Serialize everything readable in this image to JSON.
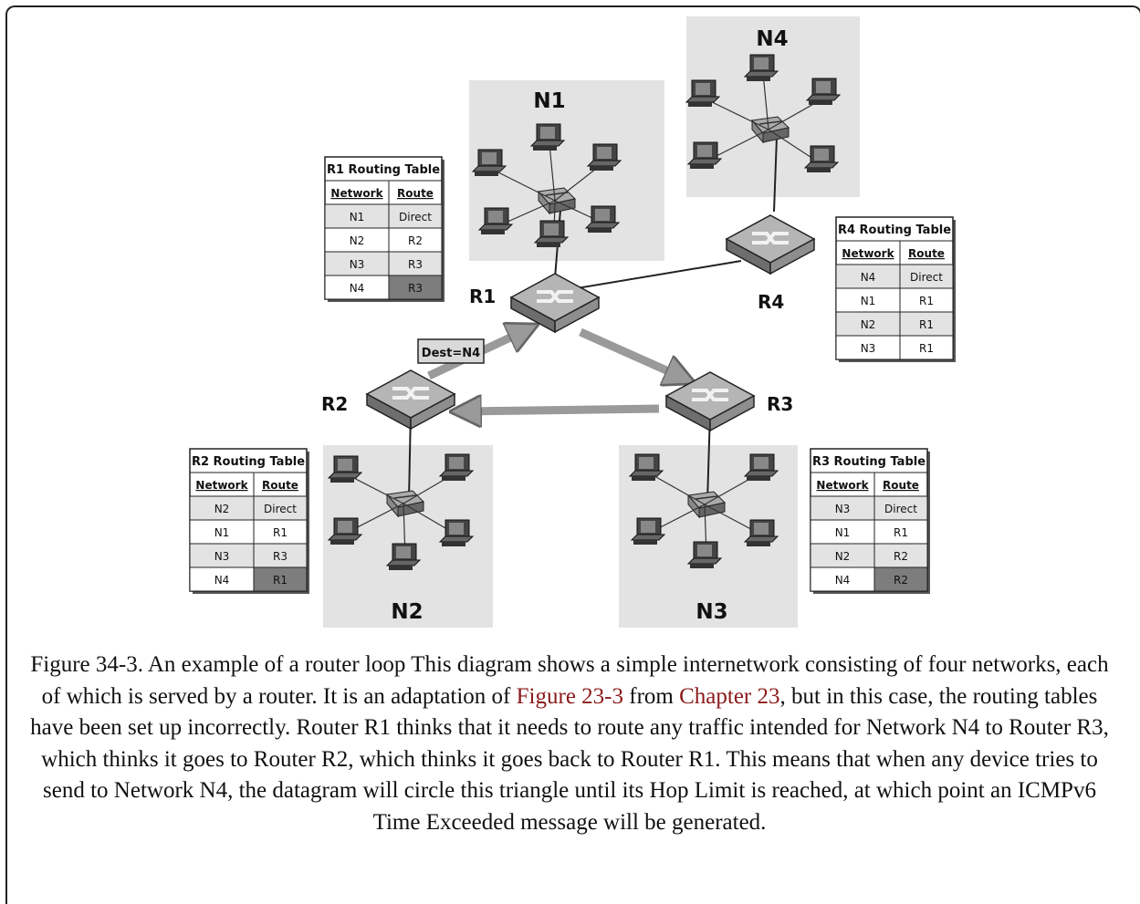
{
  "networks": [
    {
      "id": "n1",
      "label": "N1"
    },
    {
      "id": "n2",
      "label": "N2"
    },
    {
      "id": "n3",
      "label": "N3"
    },
    {
      "id": "n4",
      "label": "N4"
    }
  ],
  "routers": [
    {
      "id": "r1",
      "label": "R1"
    },
    {
      "id": "r2",
      "label": "R2"
    },
    {
      "id": "r3",
      "label": "R3"
    },
    {
      "id": "r4",
      "label": "R4"
    }
  ],
  "packet_label": "Dest=N4",
  "tables": [
    {
      "id": "r1",
      "title": "R1 Routing Table",
      "col_network": "Network",
      "col_route": "Route",
      "rows": [
        [
          "N1",
          "Direct"
        ],
        [
          "N2",
          "R2"
        ],
        [
          "N3",
          "R3"
        ],
        [
          "N4",
          "R3"
        ]
      ],
      "highlight_row": 3
    },
    {
      "id": "r2",
      "title": "R2 Routing Table",
      "col_network": "Network",
      "col_route": "Route",
      "rows": [
        [
          "N2",
          "Direct"
        ],
        [
          "N1",
          "R1"
        ],
        [
          "N3",
          "R3"
        ],
        [
          "N4",
          "R1"
        ]
      ],
      "highlight_row": 3
    },
    {
      "id": "r3",
      "title": "R3 Routing Table",
      "col_network": "Network",
      "col_route": "Route",
      "rows": [
        [
          "N3",
          "Direct"
        ],
        [
          "N1",
          "R1"
        ],
        [
          "N2",
          "R2"
        ],
        [
          "N4",
          "R2"
        ]
      ],
      "highlight_row": 3
    },
    {
      "id": "r4",
      "title": "R4 Routing Table",
      "col_network": "Network",
      "col_route": "Route",
      "rows": [
        [
          "N4",
          "Direct"
        ],
        [
          "N1",
          "R1"
        ],
        [
          "N2",
          "R1"
        ],
        [
          "N3",
          "R1"
        ]
      ],
      "highlight_row": -1
    }
  ],
  "caption": {
    "text_1": "Figure 34-3. An example of a router loop This diagram shows a simple internetwork consisting of four networks, each of which is served by a router. It is an adaptation of ",
    "link_1": "Figure 23-3",
    "text_2": " from ",
    "link_2": "Chapter 23",
    "text_3": ", but in this case, the routing tables have been set up incorrectly. Router R1 thinks that it needs to route any traffic intended for Network N4 to Router R3, which thinks it goes to Router R2, which thinks it goes back to Router R1. This means that when any device tries to send to Network N4, the datagram will circle this triangle until its Hop Limit is reached, at which point an ICMPv6 Time Exceeded message will be generated."
  },
  "colors": {
    "panel": "#e3e3e3",
    "arrow": "#9a9a9a",
    "table_dark": "#7d7d7d",
    "link": "#8b1a1a"
  }
}
